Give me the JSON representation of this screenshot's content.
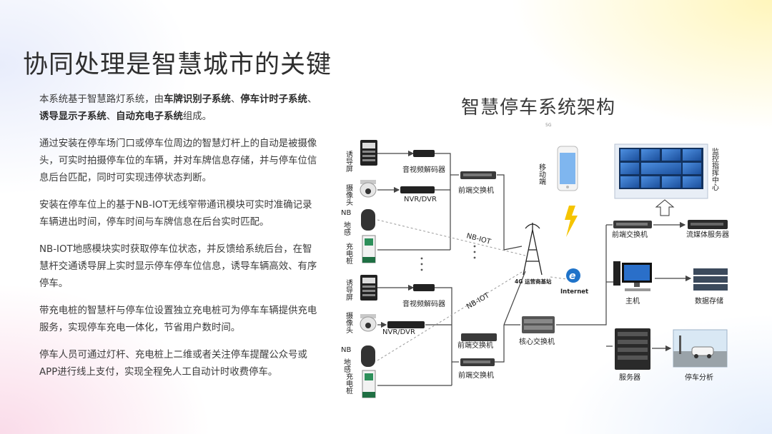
{
  "title": "协同处理是智慧城市的关键",
  "paragraphs": {
    "p1": {
      "t1": "本系统基于智慧路灯系统，由",
      "b1": "车牌识别子系统",
      "t2": "、",
      "b2": "停车计时子系统",
      "t3": "、",
      "b3": "诱导显示子系统",
      "t4": "、",
      "b4": "自动充电子系统",
      "t5": "组成。"
    },
    "p2": "通过安装在停车场门口或停车位周边的智慧灯杆上的自动是被摄像头，可实时拍摄停车位的车辆，并对车牌信息存储，并与停车位信息后台匹配，同时可实现违停状态判断。",
    "p3": "安装在停车位上的基于NB-IOT无线窄带通讯模块可实时准确记录车辆进出时间，停车时间与车牌信息在后台实时匹配。",
    "p4": "NB-IOT地感模块实时获取停车位状态，并反馈给系统后台，在智慧杆交通诱导屏上实时显示停车停车位信息，诱导车辆高效、有序停车。",
    "p5": "带充电桩的智慧杆与停车位设置独立充电桩可为停车车辆提供充电服务，实现停车充电一体化，节省用户数时间。",
    "p6": "停车人员可通过灯杆、充电桩上二维或者关注停车提醒公众号或APP进行线上支付，实现全程免人工自动计时收费停车。"
  },
  "diagram": {
    "title": "智慧停车系统架构",
    "labels": {
      "guide_screen": "诱导屏",
      "camera": "摄像头",
      "nb_sensor": "NB地感",
      "charger": "充电桩",
      "av_decoder": "音视频解码器",
      "nvr": "NVR/DVR",
      "front_switch": "前端交换机",
      "nb_iot": "NB-IOT",
      "mobile": "移动端",
      "tower_5g": "5G",
      "base_station": "4G 运营商基站",
      "internet": "Internet",
      "core_switch": "核心交换机",
      "monitor_center": "监控指挥中心",
      "streaming_server": "流媒体服务器",
      "host": "主机",
      "data_storage": "数据存储",
      "server": "服务器",
      "parking_analysis": "停车分析"
    }
  },
  "colors": {
    "line": "#444444",
    "dashed": "#9a9a9a",
    "accent_yellow": "#f5c400",
    "screen_blue": "#2a6fc9"
  }
}
